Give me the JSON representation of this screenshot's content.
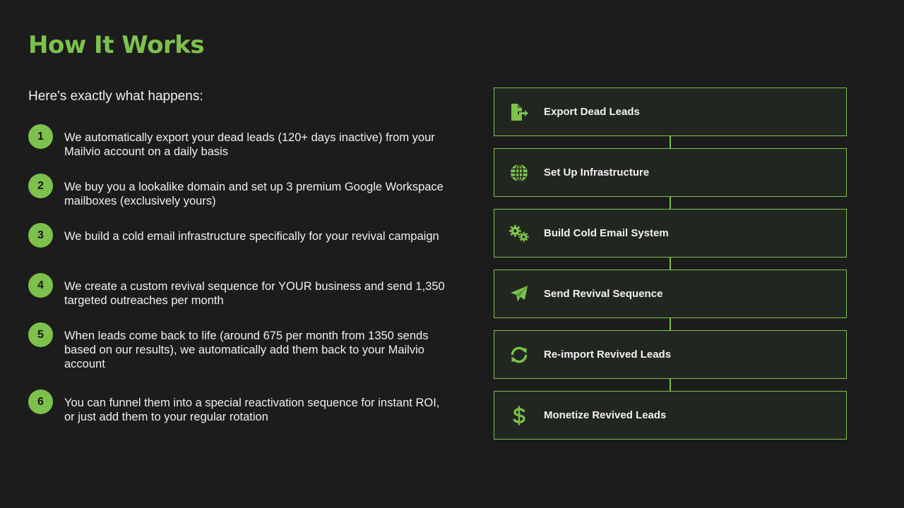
{
  "title": "How It Works",
  "intro": "Here's exactly what happens:",
  "steps": [
    {
      "number": "1",
      "text": "We automatically export your dead leads (120+ days inactive) from your Mailvio account on a daily basis"
    },
    {
      "number": "2",
      "text": "We buy you a lookalike domain and set up 3 premium Google Workspace mailboxes (exclusively yours)"
    },
    {
      "number": "3",
      "text": "We build a cold email infrastructure specifically for your revival campaign"
    },
    {
      "number": "4",
      "text": "We create a custom revival sequence for YOUR business and send 1,350 targeted outreaches per month"
    },
    {
      "number": "5",
      "text": "When leads come back to life (around 675 per month from 1350 sends based on our results), we automatically add them back to your Mailvio account"
    },
    {
      "number": "6",
      "text": "You can funnel them into a special reactivation sequence for instant ROI, or just add them to your regular rotation"
    }
  ],
  "flow": [
    {
      "label": "Export Dead Leads",
      "icon": "file-export-icon"
    },
    {
      "label": "Set Up Infrastructure",
      "icon": "globe-icon"
    },
    {
      "label": "Build Cold Email System",
      "icon": "gears-icon"
    },
    {
      "label": "Send Revival Sequence",
      "icon": "paper-plane-icon"
    },
    {
      "label": "Re-import Revived Leads",
      "icon": "sync-icon"
    },
    {
      "label": "Monetize Revived Leads",
      "icon": "dollar-icon"
    }
  ],
  "colors": {
    "background": "#1c1c1c",
    "accent": "#7dc14d",
    "box_fill": "#222620",
    "text": "#f2f2f2"
  }
}
